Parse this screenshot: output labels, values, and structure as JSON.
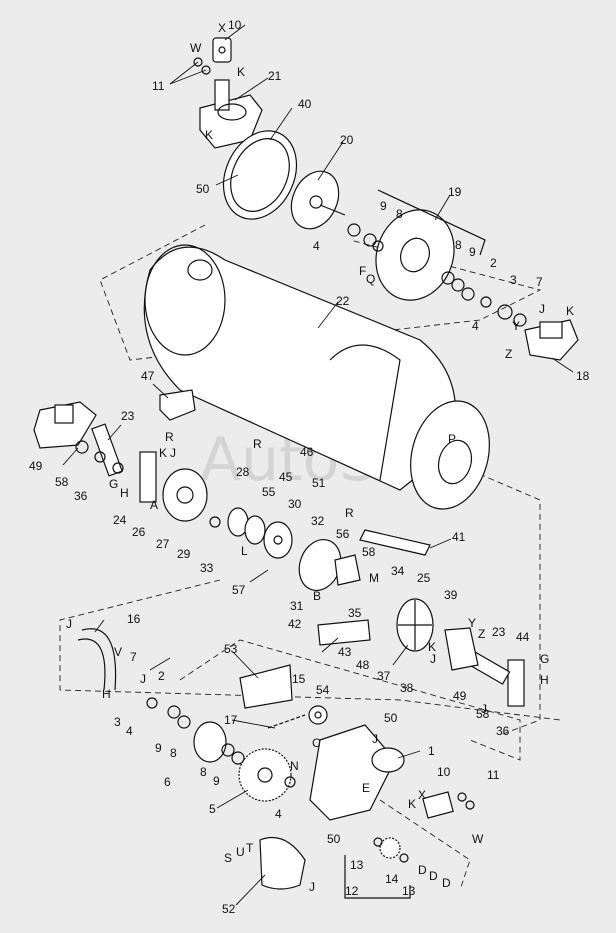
{
  "watermark": "AutoSoft",
  "labels": [
    {
      "id": "10a",
      "text": "10"
    },
    {
      "id": "Xa",
      "text": "X"
    },
    {
      "id": "Wa",
      "text": "W"
    },
    {
      "id": "Ka",
      "text": "K"
    },
    {
      "id": "11a",
      "text": "11"
    },
    {
      "id": "21",
      "text": "21"
    },
    {
      "id": "40",
      "text": "40"
    },
    {
      "id": "Kb",
      "text": "K"
    },
    {
      "id": "20",
      "text": "20"
    },
    {
      "id": "50a",
      "text": "50"
    },
    {
      "id": "19",
      "text": "19"
    },
    {
      "id": "9a",
      "text": "9"
    },
    {
      "id": "8a",
      "text": "8"
    },
    {
      "id": "4a",
      "text": "4"
    },
    {
      "id": "F",
      "text": "F"
    },
    {
      "id": "Q",
      "text": "Q"
    },
    {
      "id": "8b",
      "text": "8"
    },
    {
      "id": "9b",
      "text": "9"
    },
    {
      "id": "2a",
      "text": "2"
    },
    {
      "id": "3a",
      "text": "3"
    },
    {
      "id": "7a",
      "text": "7"
    },
    {
      "id": "Ja",
      "text": "J"
    },
    {
      "id": "Kc",
      "text": "K"
    },
    {
      "id": "Ya",
      "text": "Y"
    },
    {
      "id": "Za",
      "text": "Z"
    },
    {
      "id": "18",
      "text": "18"
    },
    {
      "id": "4b",
      "text": "4"
    },
    {
      "id": "22",
      "text": "22"
    },
    {
      "id": "47",
      "text": "47"
    },
    {
      "id": "23a",
      "text": "23"
    },
    {
      "id": "49a",
      "text": "49"
    },
    {
      "id": "Ra",
      "text": "R"
    },
    {
      "id": "Kd",
      "text": "K"
    },
    {
      "id": "Jb",
      "text": "J"
    },
    {
      "id": "58a",
      "text": "58"
    },
    {
      "id": "36a",
      "text": "36"
    },
    {
      "id": "G1",
      "text": "G"
    },
    {
      "id": "H1",
      "text": "H"
    },
    {
      "id": "24",
      "text": "24"
    },
    {
      "id": "A",
      "text": "A"
    },
    {
      "id": "26",
      "text": "26"
    },
    {
      "id": "28",
      "text": "28"
    },
    {
      "id": "27",
      "text": "27"
    },
    {
      "id": "29",
      "text": "29"
    },
    {
      "id": "33",
      "text": "33"
    },
    {
      "id": "L",
      "text": "L"
    },
    {
      "id": "55",
      "text": "55"
    },
    {
      "id": "Rb",
      "text": "R"
    },
    {
      "id": "46",
      "text": "46"
    },
    {
      "id": "45",
      "text": "45"
    },
    {
      "id": "51",
      "text": "51"
    },
    {
      "id": "P",
      "text": "P"
    },
    {
      "id": "Rc",
      "text": "R"
    },
    {
      "id": "30",
      "text": "30"
    },
    {
      "id": "32",
      "text": "32"
    },
    {
      "id": "57",
      "text": "57"
    },
    {
      "id": "31",
      "text": "31"
    },
    {
      "id": "B",
      "text": "B"
    },
    {
      "id": "56",
      "text": "56"
    },
    {
      "id": "58b",
      "text": "58"
    },
    {
      "id": "41",
      "text": "41"
    },
    {
      "id": "M",
      "text": "M"
    },
    {
      "id": "34",
      "text": "34"
    },
    {
      "id": "25",
      "text": "25"
    },
    {
      "id": "35",
      "text": "35"
    },
    {
      "id": "42",
      "text": "42"
    },
    {
      "id": "43",
      "text": "43"
    },
    {
      "id": "48",
      "text": "48"
    },
    {
      "id": "37",
      "text": "37"
    },
    {
      "id": "39",
      "text": "39"
    },
    {
      "id": "Yb",
      "text": "Y"
    },
    {
      "id": "Zb",
      "text": "Z"
    },
    {
      "id": "23b",
      "text": "23"
    },
    {
      "id": "44",
      "text": "44"
    },
    {
      "id": "Ke",
      "text": "K"
    },
    {
      "id": "Jc",
      "text": "J"
    },
    {
      "id": "G2",
      "text": "G"
    },
    {
      "id": "H2",
      "text": "H"
    },
    {
      "id": "38",
      "text": "38"
    },
    {
      "id": "49b",
      "text": "49"
    },
    {
      "id": "58c",
      "text": "58"
    },
    {
      "id": "36b",
      "text": "36"
    },
    {
      "id": "Jd",
      "text": "J"
    },
    {
      "id": "16",
      "text": "16"
    },
    {
      "id": "Je",
      "text": "J"
    },
    {
      "id": "V",
      "text": "V"
    },
    {
      "id": "7b",
      "text": "7"
    },
    {
      "id": "Jf",
      "text": "J"
    },
    {
      "id": "2b",
      "text": "2"
    },
    {
      "id": "H3",
      "text": "H"
    },
    {
      "id": "53",
      "text": "53"
    },
    {
      "id": "15",
      "text": "15"
    },
    {
      "id": "54",
      "text": "54"
    },
    {
      "id": "50b",
      "text": "50"
    },
    {
      "id": "3b",
      "text": "3"
    },
    {
      "id": "4c",
      "text": "4"
    },
    {
      "id": "17",
      "text": "17"
    },
    {
      "id": "C",
      "text": "C"
    },
    {
      "id": "Jg",
      "text": "J"
    },
    {
      "id": "1",
      "text": "1"
    },
    {
      "id": "9c",
      "text": "9"
    },
    {
      "id": "8c",
      "text": "8"
    },
    {
      "id": "6",
      "text": "6"
    },
    {
      "id": "8d",
      "text": "8"
    },
    {
      "id": "9d",
      "text": "9"
    },
    {
      "id": "N",
      "text": "N"
    },
    {
      "id": "E",
      "text": "E"
    },
    {
      "id": "10b",
      "text": "10"
    },
    {
      "id": "11b",
      "text": "11"
    },
    {
      "id": "5",
      "text": "5"
    },
    {
      "id": "4d",
      "text": "4"
    },
    {
      "id": "Xb",
      "text": "X"
    },
    {
      "id": "Kf",
      "text": "K"
    },
    {
      "id": "Wb",
      "text": "W"
    },
    {
      "id": "50c",
      "text": "50"
    },
    {
      "id": "S",
      "text": "S"
    },
    {
      "id": "U",
      "text": "U"
    },
    {
      "id": "T",
      "text": "T"
    },
    {
      "id": "13a",
      "text": "13"
    },
    {
      "id": "D1",
      "text": "D"
    },
    {
      "id": "D2",
      "text": "D"
    },
    {
      "id": "D3",
      "text": "D"
    },
    {
      "id": "14",
      "text": "14"
    },
    {
      "id": "12",
      "text": "12"
    },
    {
      "id": "13b",
      "text": "13"
    },
    {
      "id": "Jh",
      "text": "J"
    },
    {
      "id": "52",
      "text": "52"
    }
  ]
}
